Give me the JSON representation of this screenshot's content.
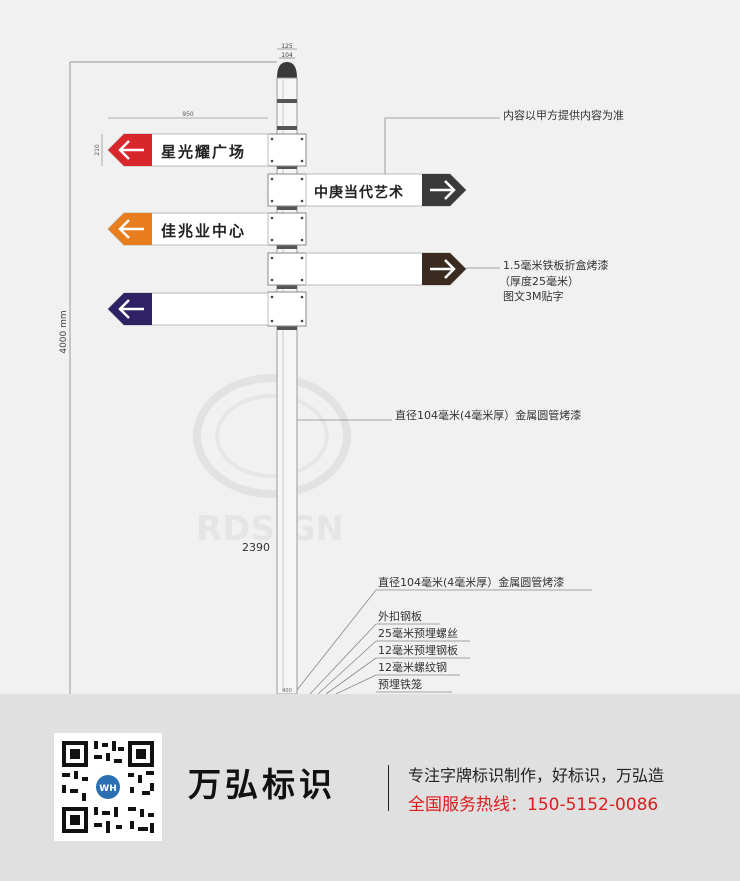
{
  "dimensions": {
    "top_outer": "125",
    "top_inner": "104",
    "sign_width": "950",
    "sign_height": "210",
    "total_height": "4000 mm",
    "pole_section": "2390",
    "base": "400"
  },
  "signs": [
    {
      "text": "星光耀广场",
      "direction": "left",
      "arrow_color": "#d9262b"
    },
    {
      "text": "中庚当代艺术",
      "direction": "right",
      "arrow_color": "#3a3a3a"
    },
    {
      "text": "佳兆业中心",
      "direction": "left",
      "arrow_color": "#e87d1e"
    },
    {
      "text": "",
      "direction": "right",
      "arrow_color": "#3b2a1f"
    },
    {
      "text": "",
      "direction": "left",
      "arrow_color": "#2e2264"
    }
  ],
  "annotations": {
    "content_note": "内容以甲方提供内容为准",
    "panel_material_1": "1.5毫米铁板折盒烤漆",
    "panel_material_2": "（厚度25毫米）",
    "panel_material_3": "图文3M贴字",
    "pole_spec_upper": "直径104毫米(4毫米厚）金属圆管烤漆",
    "pole_spec_lower": "直径104毫米(4毫米厚）金属圆管烤漆",
    "base_items": [
      "外扣钢板",
      "25毫米预埋螺丝",
      "12毫米预埋钢板",
      "12毫米螺纹钢",
      "预埋铁笼"
    ]
  },
  "watermark": "RDSIGN",
  "footer": {
    "brand": "万弘标识",
    "qr_badge": "WH",
    "slogan": "专注字牌标识制作，好标识，万弘造",
    "hotline": "全国服务热线：150-5152-0086"
  },
  "colors": {
    "hotline_red": "#d81e1e",
    "pole_gray": "#d8d8d8"
  }
}
